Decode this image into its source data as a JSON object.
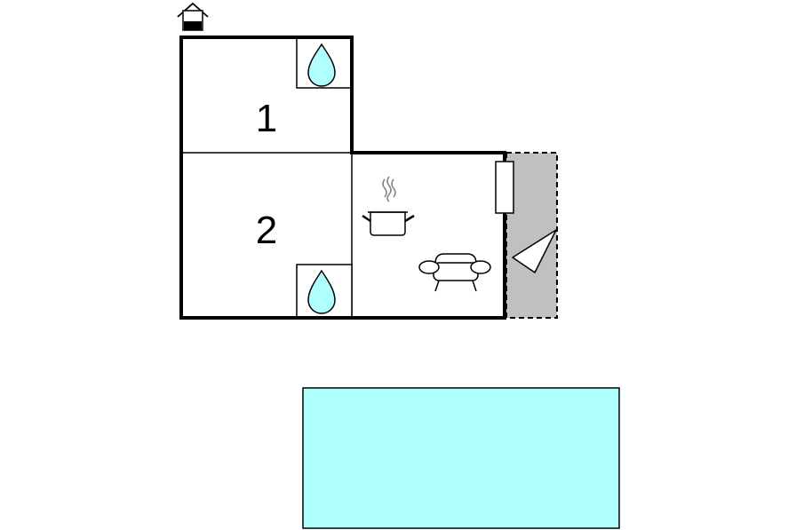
{
  "floorplan": {
    "rooms": [
      {
        "id": "bedroom-1",
        "label": "1",
        "fixtures": [
          "water-drop-icon"
        ]
      },
      {
        "id": "bedroom-2",
        "label": "2",
        "fixtures": [
          "water-drop-icon"
        ]
      },
      {
        "id": "living-kitchen",
        "label": "",
        "fixtures": [
          "cooking-pot-icon",
          "sofa-icon",
          "radiator-icon"
        ]
      }
    ],
    "terrace": {
      "fixtures": [
        "parasol-icon"
      ]
    },
    "entrance": {
      "icon": "entrance-house-icon"
    },
    "pool": {
      "color": "#b0ffff"
    },
    "colors": {
      "wall": "#000000",
      "water": "#b0ffff",
      "terrace": "#c0c0c0",
      "pot": "#808080"
    }
  }
}
